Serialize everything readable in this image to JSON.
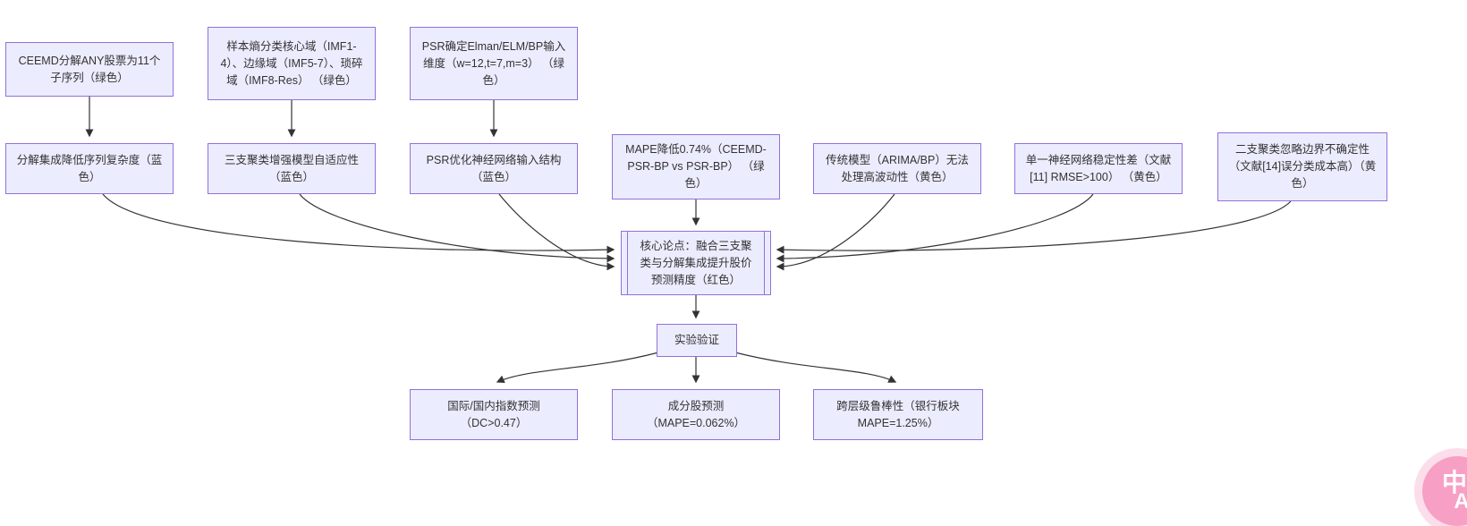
{
  "diagram_colors": {
    "node_fill": "#ECECFF",
    "node_border": "#9370DB",
    "edge_color": "#333333",
    "text_color": "#333333",
    "badge_pink": "#F89FC5"
  },
  "nodes": {
    "ceemd": {
      "label": "CEEMD分解ANY股票为11个子序列（绿色）"
    },
    "entropy": {
      "label": "样本熵分类核心域（IMF1-4）、边缘域（IMF5-7）、琐碎域（IMF8-Res） （绿色）"
    },
    "psr_dim": {
      "label": "PSR确定Elman/ELM/BP输入维度（w=12,t=7,m=3） （绿色）"
    },
    "decomp": {
      "label": "分解集成降低序列复杂度（蓝色）"
    },
    "threeway": {
      "label": "三支聚类增强模型自适应性（蓝色）"
    },
    "psr_opt": {
      "label": "PSR优化神经网络输入结构（蓝色）"
    },
    "mape": {
      "label": "MAPE降低0.74%（CEEMD-PSR-BP vs PSR-BP） （绿色）"
    },
    "traditional": {
      "label": "传统模型（ARIMA/BP）无法处理高波动性（黄色）"
    },
    "single_nn": {
      "label": "单一神经网络稳定性差（文献[11] RMSE>100） （黄色）"
    },
    "twoway": {
      "label": "二支聚类忽略边界不确定性（文献[14]误分类成本高）（黄色）"
    },
    "core": {
      "label": "核心论点：融合三支聚类与分解集成提升股价预测精度（红色）"
    },
    "experiment": {
      "label": "实验验证"
    },
    "index_pred": {
      "label": "国际/国内指数预测（DC>0.47）"
    },
    "component_pred": {
      "label": "成分股预测（MAPE=0.062%）"
    },
    "robustness": {
      "label": "跨层级鲁棒性（银行板块MAPE=1.25%）"
    }
  },
  "badge": {
    "zh": "中",
    "en": "A"
  }
}
